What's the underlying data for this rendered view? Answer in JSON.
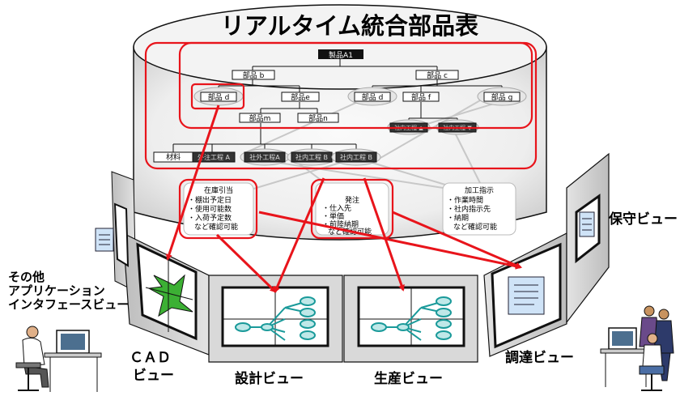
{
  "title": "リアルタイム統合部品表",
  "tree": {
    "root": "製品A1",
    "level1": [
      "部品 b",
      "部品 c"
    ],
    "level2": [
      "部品 d",
      "部品e",
      "部品 d",
      "部品 f",
      "部品 g"
    ],
    "level3": [
      "部品m",
      "部品n"
    ],
    "level3_right": [
      "社内工程 ▲",
      "社内工程 ▼"
    ],
    "level4": [
      "材料",
      "外注工程 A",
      "社外工程A",
      "社内工程 B",
      "社内工程 B"
    ]
  },
  "info_boxes": {
    "inventory": {
      "title": "在庫引当",
      "items": [
        "・棚出予定日",
        "・使用可能数",
        "・入荷予定数",
        "など確認可能"
      ]
    },
    "order": {
      "title": "発注",
      "items": [
        "・仕入先",
        "・単価",
        "・前陸納期",
        "など確認可能"
      ]
    },
    "processing": {
      "title": "加工指示",
      "items": [
        "・作業時間",
        "・社内指示先",
        "・納期",
        "など確認可能"
      ]
    }
  },
  "views": {
    "other": [
      "その他",
      "アプリケーション",
      "インタフェースビュー"
    ],
    "cad": [
      "ＣＡＤ",
      "ビュー"
    ],
    "design": "設計ビュー",
    "production": "生産ビュー",
    "procurement": "調達ビュー",
    "maintenance": "保守ビュー"
  },
  "colors": {
    "accent": "#e8141b",
    "teal": "#1a9a9a",
    "panel_gray": "#d6d6d6",
    "node_dark": "#333333"
  },
  "icons": [
    "person-at-computer-icon",
    "office-workers-icon",
    "document-icon",
    "cad-model-icon",
    "tree-graph-icon"
  ]
}
